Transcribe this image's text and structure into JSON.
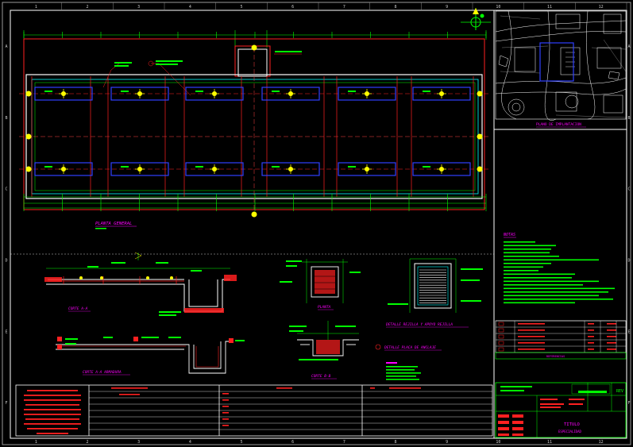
{
  "colors": {
    "background": "#000000",
    "frame": "#ffffff",
    "structure": "#ff2020",
    "green": "#00ff00",
    "cyan": "#00ffff",
    "yellow": "#ffff00",
    "magenta": "#ff00ff",
    "blue": "#3040ff",
    "white": "#ffffff"
  },
  "border_letters": [
    "A",
    "B",
    "C",
    "D",
    "E",
    "F"
  ],
  "border_numbers": [
    "1",
    "2",
    "3",
    "4",
    "5",
    "6",
    "7",
    "8",
    "9",
    "10",
    "11",
    "12"
  ],
  "plan_title": "PLANTA GENERAL",
  "location_plan_title": "PLANO DE IMPLANTACION",
  "section_aa_title": "CORTE A-A",
  "section_aa_rebar_title": "CORTE A-A ARMADURA",
  "plan_small_title": "PLANTA",
  "section_bb_title": "CORTE B-B",
  "grate_detail_title": "DETALLE REJILLA Y APOYO REJILLA",
  "anchor_plate_title": "DETALLE PLACA DE ANCLAJE",
  "notes_title": "NOTAS",
  "references_title": "REFERENCIAS",
  "title_block": {
    "rev_label": "REV",
    "title_label": "TITULO",
    "title_value": "ESPECIALIDAD"
  }
}
